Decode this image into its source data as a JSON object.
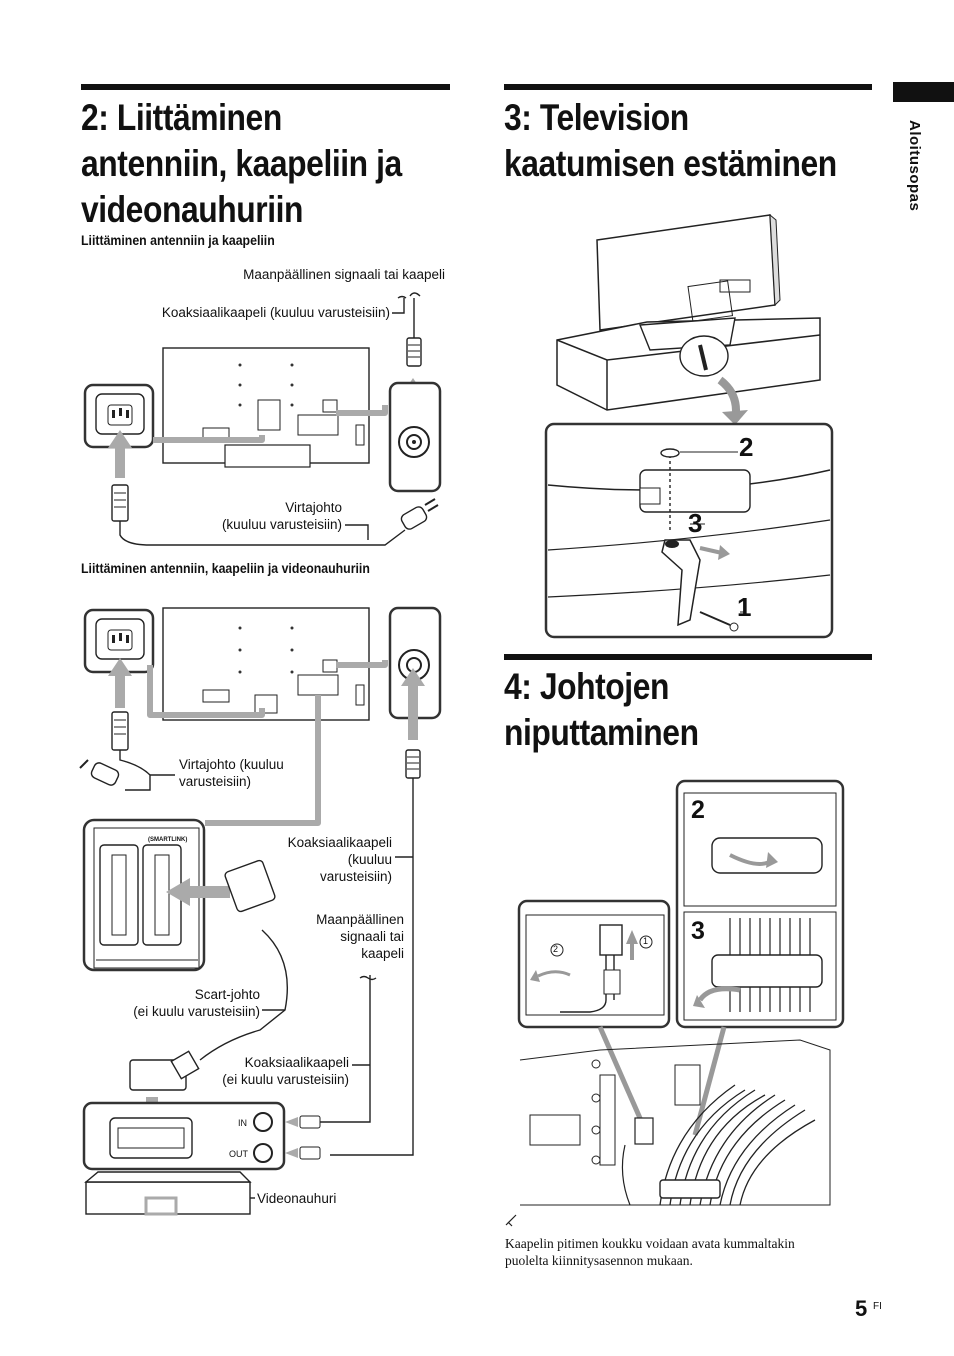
{
  "left": {
    "heading_l1": "2: Liittäminen",
    "heading_l2": "antenniin, kaapeliin ja",
    "heading_l3": "videonauhuriin",
    "sub1": "Liittäminen antenniin ja kaapeliin",
    "d1_signal": "Maanpäällinen signaali tai kaapeli",
    "d1_coax": "Koaksiaalikaapeli (kuuluu varusteisiin)",
    "d1_power_l1": "Virtajohto",
    "d1_power_l2": "(kuuluu varusteisiin)",
    "sub2": "Liittäminen antenniin, kaapeliin ja videonauhuriin",
    "d2_power_l1": "Virtajohto (kuuluu",
    "d2_power_l2": "varusteisiin)",
    "d2_coax_l1": "Koaksiaalikaapeli",
    "d2_coax_l2": "(kuuluu",
    "d2_coax_l3": "varusteisiin)",
    "d2_signal_l1": "Maanpäällinen",
    "d2_signal_l2": "signaali tai",
    "d2_signal_l3": "kaapeli",
    "d2_scart_l1": "Scart-johto",
    "d2_scart_l2": "(ei kuulu varusteisiin)",
    "d2_coax2_l1": "Koaksiaalikaapeli",
    "d2_coax2_l2": "(ei kuulu varusteisiin)",
    "smartlink": "(SMARTLINK)",
    "port_in": "IN",
    "port_out": "OUT",
    "vcr": "Videonauhuri"
  },
  "right": {
    "h3_l1": "3: Television",
    "h3_l2": "kaatumisen estäminen",
    "h4_l1": "4: Johtojen",
    "h4_l2": "niputtaminen",
    "step1": "1",
    "step2": "2",
    "step3": "3",
    "circ1": "1",
    "circ2": "2",
    "note_l1": "Kaapelin pitimen koukku voidaan avata kummaltakin",
    "note_l2": "puolelta kiinnitysasennon mukaan."
  },
  "side_tab": "Aloitusopas",
  "page_number": "5",
  "page_suffix": "FI"
}
